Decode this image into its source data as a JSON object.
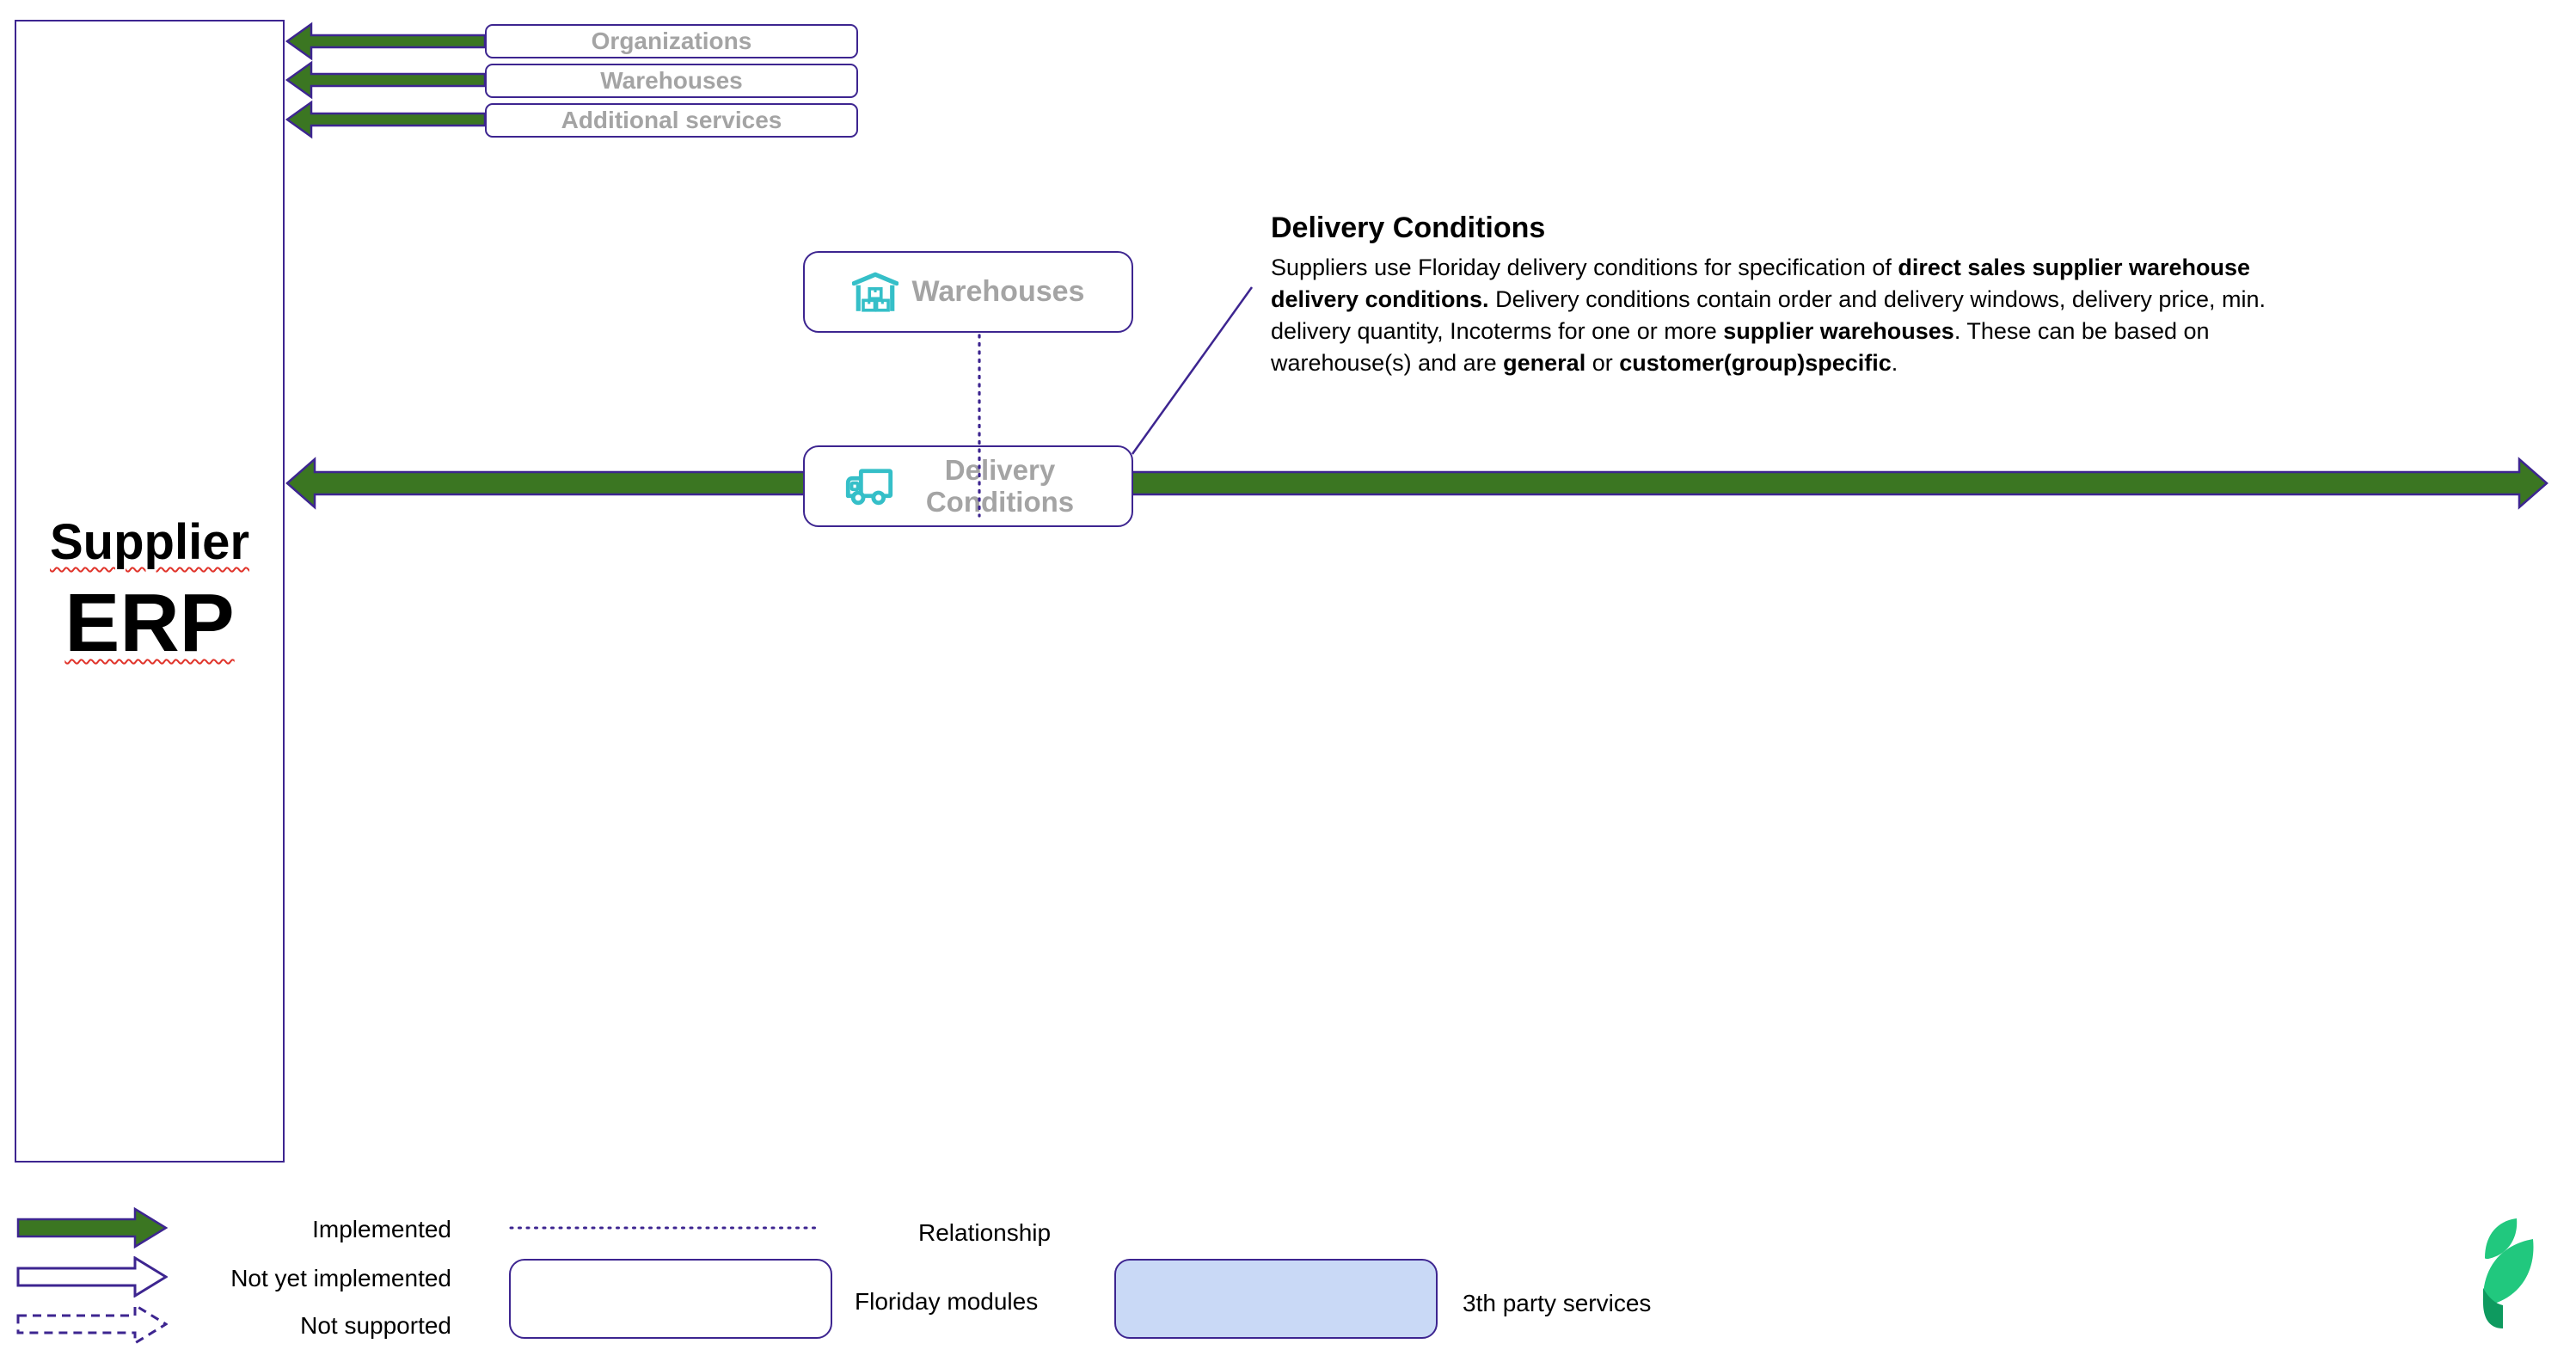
{
  "colors": {
    "purple": "#3D2590",
    "green": "#3B7622",
    "gray_text": "#A4A4A4",
    "teal": "#35BFC8",
    "blue_fill": "#C9D9F6",
    "logo_green": "#21C87E",
    "logo_dark_green": "#0E9A5F",
    "squiggle_red": "#E0342B"
  },
  "erp": {
    "title_line1": "Supplier",
    "title_line2": "ERP"
  },
  "top_connectors": [
    {
      "label": "Organizations"
    },
    {
      "label": "Warehouses"
    },
    {
      "label": "Additional services"
    }
  ],
  "modules": [
    {
      "label": "Warehouses",
      "icon": "warehouse-icon"
    },
    {
      "label": "Delivery Conditions",
      "icon": "truck-icon"
    }
  ],
  "callout": {
    "title": "Delivery Conditions",
    "body": [
      {
        "t": "Suppliers use Floriday delivery conditions for specification of ",
        "b": false
      },
      {
        "t": "direct sales supplier warehouse delivery conditions.",
        "b": true
      },
      {
        "t": " Delivery conditions contain order and delivery windows, delivery price, min. delivery quantity, Incoterms for one or more ",
        "b": false
      },
      {
        "t": "supplier warehouses",
        "b": true
      },
      {
        "t": ". These can be based on warehouse(s) and are ",
        "b": false
      },
      {
        "t": "general",
        "b": true
      },
      {
        "t": " or ",
        "b": false
      },
      {
        "t": "customer(group)specific",
        "b": true
      },
      {
        "t": ".",
        "b": false
      }
    ]
  },
  "legend": {
    "implemented": "Implemented",
    "not_yet_implemented": "Not yet implemented",
    "not_supported": "Not supported",
    "relationship": "Relationship",
    "floriday_modules": "Floriday modules",
    "third_party": "3th party services"
  }
}
